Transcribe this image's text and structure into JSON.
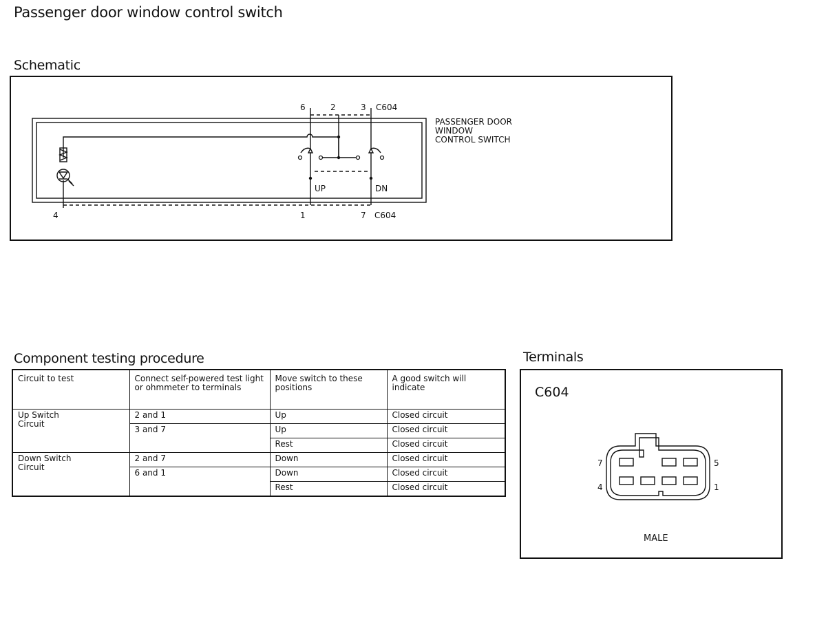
{
  "page_title": "Passenger door window control switch",
  "schematic": {
    "heading": "Schematic",
    "component_label": [
      "PASSENGER DOOR",
      "WINDOW",
      "CONTROL SWITCH"
    ],
    "top_pins": [
      "6",
      "2",
      "3"
    ],
    "bottom_pins": [
      "4",
      "1",
      "7"
    ],
    "connector": "C604",
    "up_label": "UP",
    "dn_label": "DN"
  },
  "procedure": {
    "heading": "Component testing procedure",
    "headers": [
      "Circuit to test",
      "Connect self-powered test light or ohmmeter to terminals",
      "Move switch to these positions",
      "A good switch will indicate"
    ],
    "groups": [
      {
        "circuit": "Up Switch Circuit",
        "rows": [
          {
            "terminals": "2 and 1",
            "position": "Up",
            "result": "Closed circuit"
          },
          {
            "terminals": "3 and 7",
            "position": "Up",
            "result": "Closed circuit"
          },
          {
            "terminals": "",
            "position": "Rest",
            "result": "Closed circuit"
          }
        ]
      },
      {
        "circuit": "Down Switch Circuit",
        "rows": [
          {
            "terminals": "2 and 7",
            "position": "Down",
            "result": "Closed circuit"
          },
          {
            "terminals": "6 and 1",
            "position": "Down",
            "result": "Closed circuit"
          },
          {
            "terminals": "",
            "position": "Rest",
            "result": "Closed circuit"
          }
        ]
      }
    ]
  },
  "terminals": {
    "heading": "Terminals",
    "connector": "C604",
    "pin_labels": {
      "top_left": "7",
      "top_right": "5",
      "bottom_left": "4",
      "bottom_right": "1"
    },
    "gender": "MALE"
  }
}
